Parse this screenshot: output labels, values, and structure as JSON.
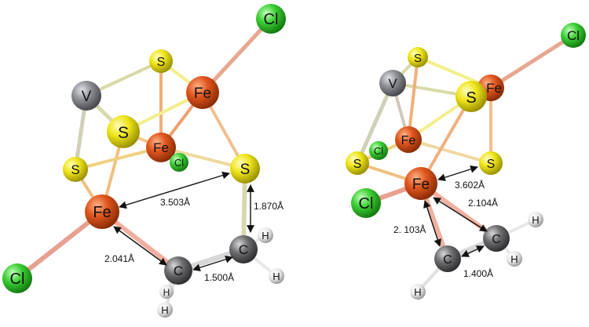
{
  "colors": {
    "Fe": "#e0561d",
    "S": "#f2ea1c",
    "Cl": "#3ccf35",
    "V": "#8e9096",
    "C": "#6e6e70",
    "H": "#e6e6e6",
    "background": "#ffffff",
    "arrow": "#111111"
  },
  "left_structure": {
    "atoms": {
      "cl_top": "Cl",
      "s_top": "S",
      "v": "V",
      "fe_top": "Fe",
      "s_mid": "S",
      "fe_mid": "Fe",
      "cl_mid": "Cl",
      "s_left": "S",
      "s_right": "S",
      "fe_bottom": "Fe",
      "c_right": "C",
      "h_right_top": "H",
      "h_right_bottom": "H",
      "c_left": "C",
      "h_left_top": "H",
      "h_left_bottom": "H",
      "cl_bottom": "Cl"
    },
    "distances": {
      "fe_s": "3.503Å",
      "s_c": "1.870Å",
      "fe_c": "2.041Å",
      "c_c": "1.500Å"
    }
  },
  "right_structure": {
    "atoms": {
      "cl_top": "Cl",
      "s_top": "S",
      "v": "V",
      "fe_top": "Fe",
      "s_mid": "S",
      "fe_mid": "Fe",
      "cl_mid": "Cl",
      "s_left": "S",
      "s_right": "S",
      "fe_bottom": "Fe",
      "cl_bottom": "Cl",
      "c_left": "C",
      "c_right": "C",
      "h_right_top": "H",
      "h_right_bottom": "H",
      "h_left": "H"
    },
    "distances": {
      "fe_s": "3.602Å",
      "fe_c_right": "2.104Å",
      "fe_c_left": "2. 103Å",
      "c_c": "1.400Å"
    }
  }
}
